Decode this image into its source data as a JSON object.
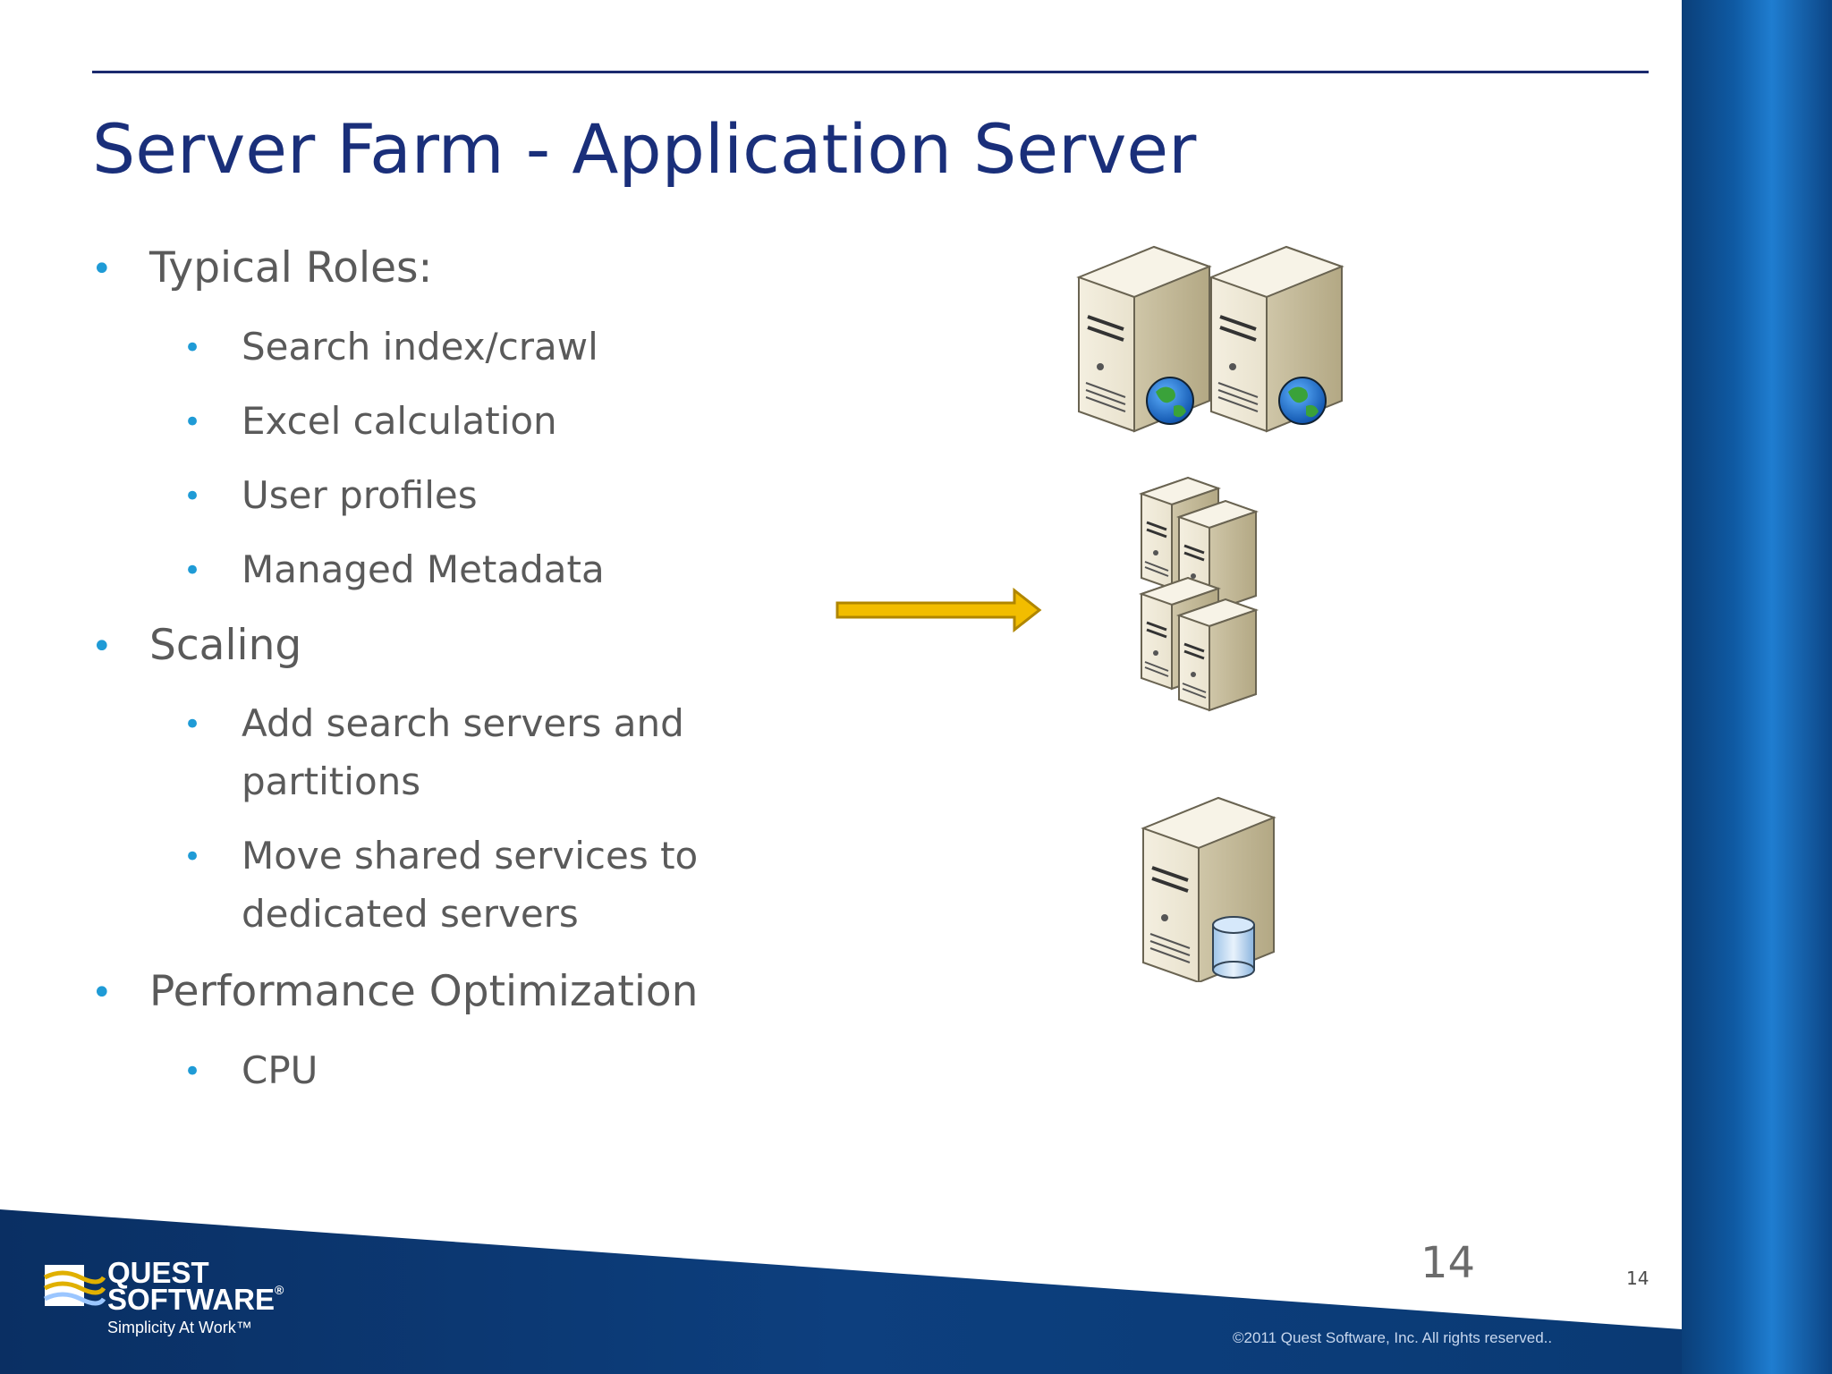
{
  "slide": {
    "title": "Server Farm - Application Server",
    "bullets": [
      {
        "text": "Typical Roles:",
        "level": 1
      },
      {
        "text": "Search index/crawl",
        "level": 2
      },
      {
        "text": "Excel calculation",
        "level": 2
      },
      {
        "text": "User profiles",
        "level": 2
      },
      {
        "text": "Managed Metadata",
        "level": 2
      },
      {
        "text": "Scaling",
        "level": 1
      },
      {
        "text": "Add search servers and",
        "level": 2
      },
      {
        "text": "partitions",
        "level": 2,
        "continuation": true
      },
      {
        "text": "Move shared services to",
        "level": 2
      },
      {
        "text": "dedicated servers",
        "level": 2,
        "continuation": true
      },
      {
        "text": "Performance Optimization",
        "level": 1
      },
      {
        "text": "CPU",
        "level": 2
      }
    ],
    "bullet_char": "•",
    "page_number": "14",
    "page_number_small": "14"
  },
  "footer": {
    "logo_line1": "QUEST",
    "logo_line2": "SOFTWARE",
    "logo_reg": "®",
    "tagline": "Simplicity At Work™",
    "copyright": "©2011 Quest Software, Inc. All rights reserved.."
  },
  "icons": {
    "web_servers": "web-server-icon",
    "server_cluster": "server-cluster-icon",
    "database_server": "database-server-icon",
    "arrow": "right-arrow-icon"
  },
  "colors": {
    "title": "#1a2f7a",
    "bullet": "#1f9bd6",
    "text": "#5a5a5a",
    "arrow": "#f2bd00",
    "band": "#0f5aa3"
  }
}
